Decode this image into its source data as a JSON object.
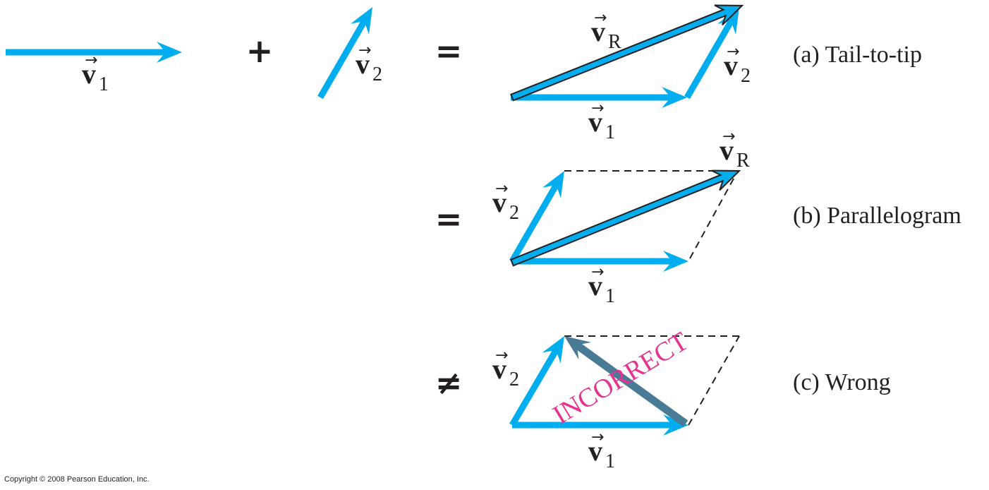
{
  "colors": {
    "vector_fill": "#00aeef",
    "resultant_fill": "#00aeef",
    "resultant_outline": "#231f20",
    "wrong_vector": "#4a7b96",
    "incorrect_label": "#e6338f",
    "text": "#231f20"
  },
  "symbols": {
    "v": "v",
    "arrow_accent": "→",
    "sub_1": "1",
    "sub_2": "2",
    "sub_R": "R"
  },
  "operators": {
    "plus": "+",
    "equals_a": "=",
    "equals_b": "=",
    "not_equal": "≠"
  },
  "captions": {
    "a": "(a) Tail-to-tip",
    "b": "(b) Parallelogram",
    "c": "(c) Wrong"
  },
  "incorrect_label": "INCORRECT",
  "copyright": "Copyright © 2008 Pearson Education, Inc."
}
